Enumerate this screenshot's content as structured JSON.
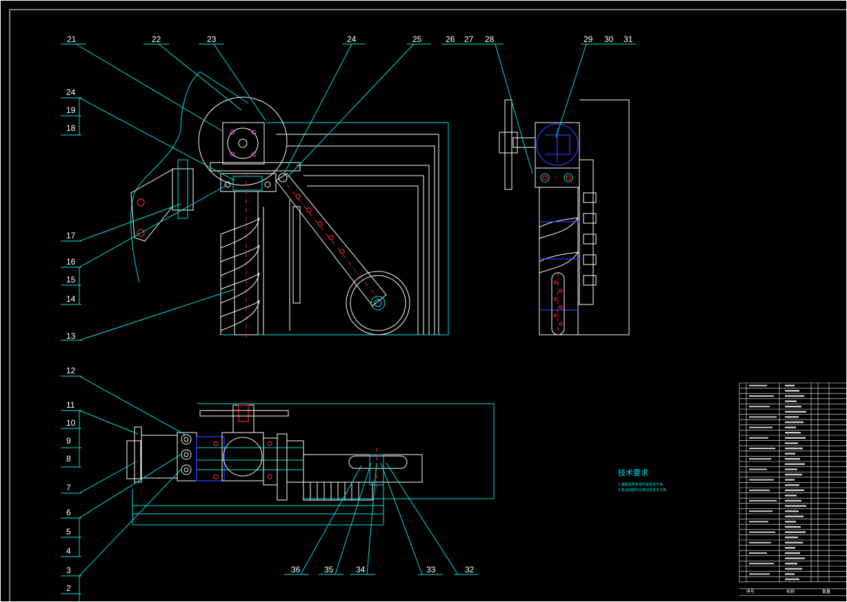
{
  "drawing": {
    "callouts_top": [
      "21",
      "22",
      "23",
      "24",
      "25",
      "26",
      "27",
      "28",
      "29",
      "30",
      "31"
    ],
    "callouts_left": [
      "24",
      "19",
      "18",
      "17",
      "16",
      "15",
      "14",
      "13",
      "12",
      "11",
      "10",
      "9",
      "8",
      "7",
      "6",
      "5",
      "4",
      "3",
      "2"
    ],
    "callouts_bottom": [
      "36",
      "35",
      "34",
      "33",
      "32"
    ],
    "tech_requirements": {
      "title": "技术要求",
      "line1": "1.装配前所有零件需清洗干净。",
      "line2": "2.各运动部件应转动灵活无卡滞。"
    },
    "bom_header_left": "序号",
    "bom_header_mid": "名称",
    "bom_header_right": "数量"
  }
}
